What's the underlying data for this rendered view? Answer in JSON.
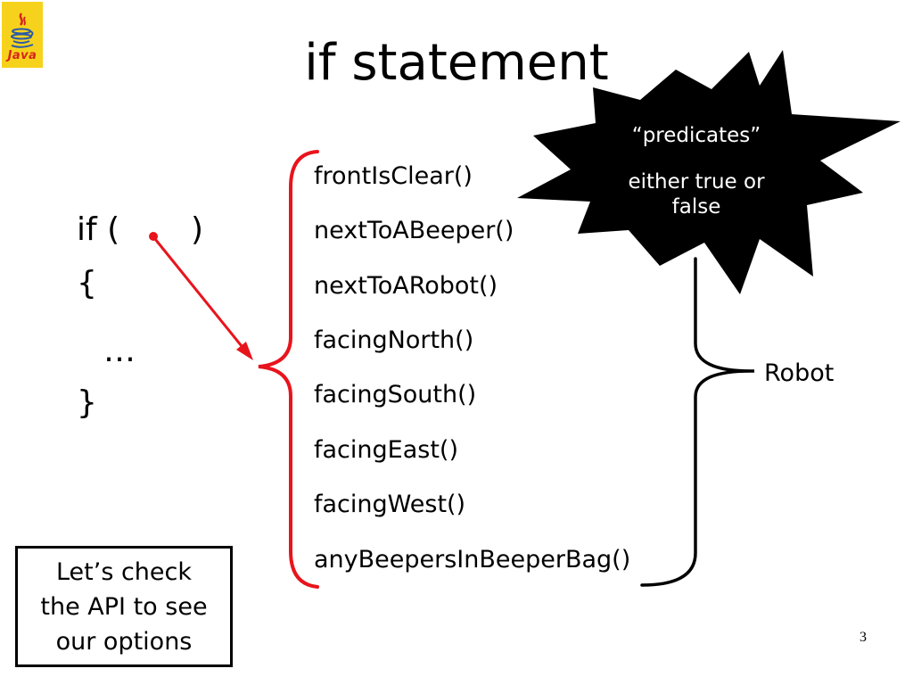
{
  "title": "if statement",
  "logo": {
    "word": "Java"
  },
  "code": {
    "if_open": "if (",
    "if_close": ")",
    "brace_open": "{",
    "ellipsis": "…",
    "brace_close": "}"
  },
  "predicates": [
    "frontIsClear()",
    "nextToABeeper()",
    "nextToARobot()",
    "facingNorth()",
    "facingSouth()",
    "facingEast()",
    "facingWest()",
    "anyBeepersInBeeperBag()"
  ],
  "starburst": {
    "line1": "“predicates”",
    "line2": "either true or false"
  },
  "robot_label": "Robot",
  "note": {
    "line1": "Let’s check",
    "line2": "the API to see",
    "line3": "our options"
  },
  "page_number": "3",
  "colors": {
    "accent_red": "#e8141c",
    "starburst_fill": "#000000",
    "logo_bg": "#f7d21c"
  }
}
